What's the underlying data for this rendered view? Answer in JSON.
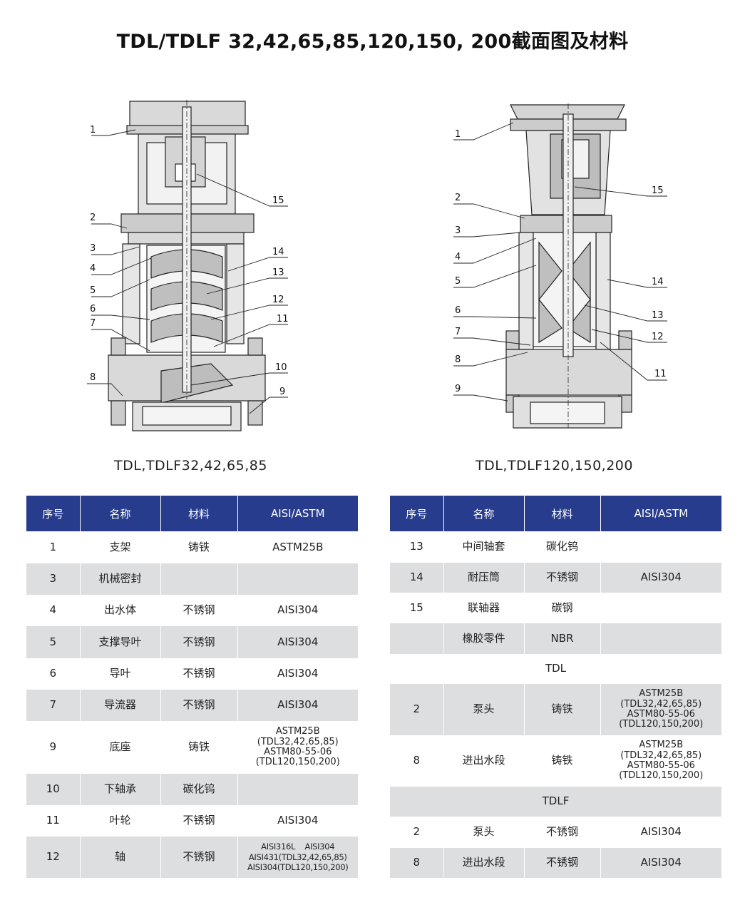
{
  "title": "TDL/TDLF 32,42,65,85,120,150, 200截面图及材料",
  "left_drawing": {
    "caption": "TDL,TDLF32,42,65,85",
    "left_callouts": [
      "1",
      "2",
      "3",
      "4",
      "5",
      "6",
      "7",
      "8"
    ],
    "right_callouts": [
      "15",
      "14",
      "13",
      "12",
      "11",
      "10",
      "9"
    ]
  },
  "right_drawing": {
    "caption": "TDL,TDLF120,150,200",
    "left_callouts": [
      "1",
      "2",
      "3",
      "4",
      "5",
      "6",
      "7",
      "8",
      "9"
    ],
    "right_callouts": [
      "15",
      "14",
      "13",
      "12",
      "11"
    ]
  },
  "table_headers": [
    "序号",
    "名称",
    "材料",
    "AISI/ASTM"
  ],
  "left_table": [
    {
      "no": "1",
      "name": "支架",
      "material": "铸铁",
      "aisi": "ASTM25B"
    },
    {
      "no": "3",
      "name": "机械密封",
      "material": "",
      "aisi": ""
    },
    {
      "no": "4",
      "name": "出水体",
      "material": "不锈钢",
      "aisi": "AISI304"
    },
    {
      "no": "5",
      "name": "支撑导叶",
      "material": "不锈钢",
      "aisi": "AISI304"
    },
    {
      "no": "6",
      "name": "导叶",
      "material": "不锈钢",
      "aisi": "AISI304"
    },
    {
      "no": "7",
      "name": "导流器",
      "material": "不锈钢",
      "aisi": "AISI304"
    },
    {
      "no": "9",
      "name": "底座",
      "material": "铸铁",
      "aisi_lines": [
        "ASTM25B",
        "(TDL32,42,65,85)",
        "ASTM80-55-06",
        "(TDL120,150,200)"
      ]
    },
    {
      "no": "10",
      "name": "下轴承",
      "material": "碳化钨",
      "aisi": ""
    },
    {
      "no": "11",
      "name": "叶轮",
      "material": "不锈钢",
      "aisi": "AISI304"
    },
    {
      "no": "12",
      "name": "轴",
      "material": "不锈钢",
      "aisi_lines": [
        "AISI316L    AISI304",
        "AISI431(TDL32,42,65,85)",
        "AISI304(TDL120,150,200)"
      ]
    }
  ],
  "right_table": {
    "rows": [
      {
        "no": "13",
        "name": "中间轴套",
        "material": "碳化钨",
        "aisi": ""
      },
      {
        "no": "14",
        "name": "耐压筒",
        "material": "不锈钢",
        "aisi": "AISI304"
      },
      {
        "no": "15",
        "name": "联轴器",
        "material": "碳钢",
        "aisi": ""
      },
      {
        "no": "",
        "name": "橡胶零件",
        "material": "NBR",
        "aisi": ""
      }
    ],
    "group_tdl": "TDL",
    "tdl_rows": [
      {
        "no": "2",
        "name": "泵头",
        "material": "铸铁",
        "aisi_lines": [
          "ASTM25B",
          "(TDL32,42,65,85)",
          "ASTM80-55-06",
          "(TDL120,150,200)"
        ]
      },
      {
        "no": "8",
        "name": "进出水段",
        "material": "铸铁",
        "aisi_lines": [
          "ASTM25B",
          "(TDL32,42,65,85)",
          "ASTM80-55-06",
          "(TDL120,150,200)"
        ]
      }
    ],
    "group_tdlf": "TDLF",
    "tdlf_rows": [
      {
        "no": "2",
        "name": "泵头",
        "material": "不锈钢",
        "aisi": "AISI304"
      },
      {
        "no": "8",
        "name": "进出水段",
        "material": "不锈钢",
        "aisi": "AISI304"
      }
    ]
  },
  "colors": {
    "header_bg": "#283c8e",
    "row_alt": "#dddee0",
    "drawing_fill": "#d9d9d9",
    "line": "#222222"
  }
}
